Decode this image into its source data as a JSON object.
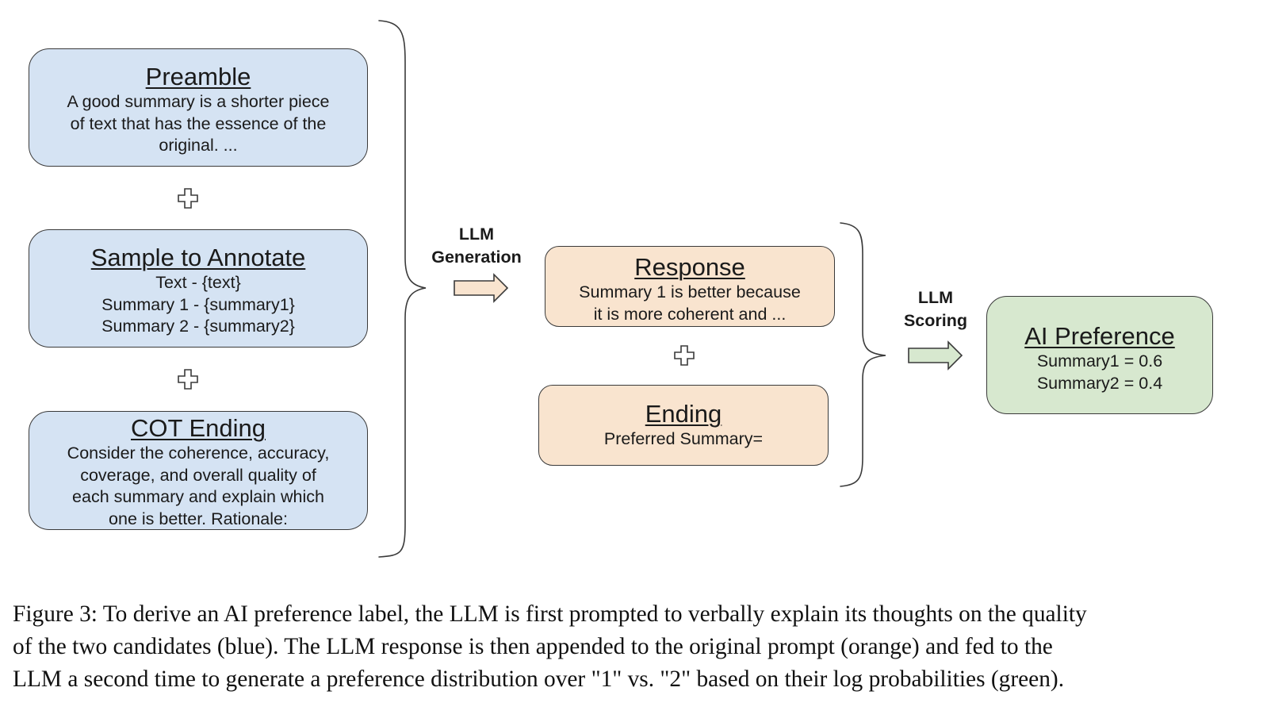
{
  "preamble": {
    "title": "Preamble",
    "lines": [
      "A good summary is a shorter piece",
      "of text that has the essence of the",
      "original. ..."
    ]
  },
  "sample": {
    "title": "Sample to Annotate",
    "lines": [
      "Text - {text}",
      "Summary 1 - {summary1}",
      "Summary 2 - {summary2}"
    ]
  },
  "cot_ending": {
    "title": "COT Ending",
    "lines": [
      "Consider the coherence, accuracy,",
      "coverage, and overall quality of",
      "each summary and explain which",
      "one is better. Rationale:"
    ]
  },
  "response": {
    "title": "Response",
    "lines": [
      "Summary 1 is better because",
      "it is more coherent and ..."
    ]
  },
  "ending": {
    "title": "Ending",
    "lines": [
      "Preferred Summary="
    ]
  },
  "ai_preference": {
    "title": "AI Preference",
    "lines": [
      "Summary1 = 0.6",
      "Summary2 = 0.4"
    ]
  },
  "llm_generation": {
    "line1": "LLM",
    "line2": "Generation"
  },
  "llm_scoring": {
    "line1": "LLM",
    "line2": "Scoring"
  },
  "caption": {
    "lines": [
      "Figure 3: To derive an AI preference label, the LLM is first prompted to verbally explain its thoughts on the quality",
      "of the two candidates (blue). The LLM response is then appended to the original prompt (orange) and fed to the",
      "LLM a second time to generate a preference distribution over \"1\" vs. \"2\" based on their log probabilities (green)."
    ]
  },
  "colors": {
    "blue_fill": "#d5e3f3",
    "orange_fill": "#f9e4cf",
    "green_fill": "#d7e8cf",
    "outline": "#3a3a3a"
  },
  "icons": {
    "plus": "plus-icon",
    "arrow": "right-arrow-icon",
    "brace": "right-curly-brace"
  }
}
